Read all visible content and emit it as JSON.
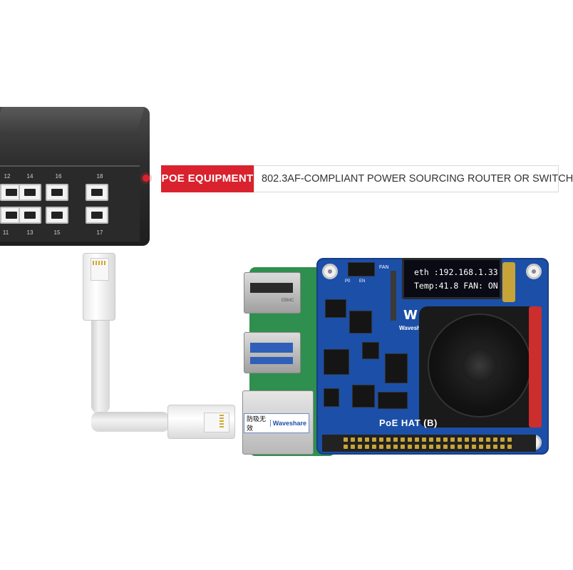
{
  "callout": {
    "tag": "POE EQUIPMENT",
    "description": "802.3AF-COMPLIANT POWER SOURCING ROUTER OR SWITCH"
  },
  "switch": {
    "top_ports": [
      "12",
      "14",
      "16",
      "18"
    ],
    "bottom_ports": [
      "11",
      "13",
      "15",
      "17"
    ]
  },
  "hat": {
    "name": "PoE HAT (B)",
    "brand": "Waveshare",
    "fan_label": "FAN",
    "switch_labels": [
      "P0",
      "EN"
    ],
    "oled_lines": [
      "eth :192.168.1.33",
      "Temp:41.8  FAN: ON"
    ]
  },
  "rpi": {
    "usb_label": "EBMC",
    "eth_sticker": [
      "防吸无效",
      "Waveshare"
    ]
  },
  "colors": {
    "accent_red": "#d9222e",
    "hat_blue": "#1c4fa7",
    "rpi_green": "#2f8f4e"
  }
}
